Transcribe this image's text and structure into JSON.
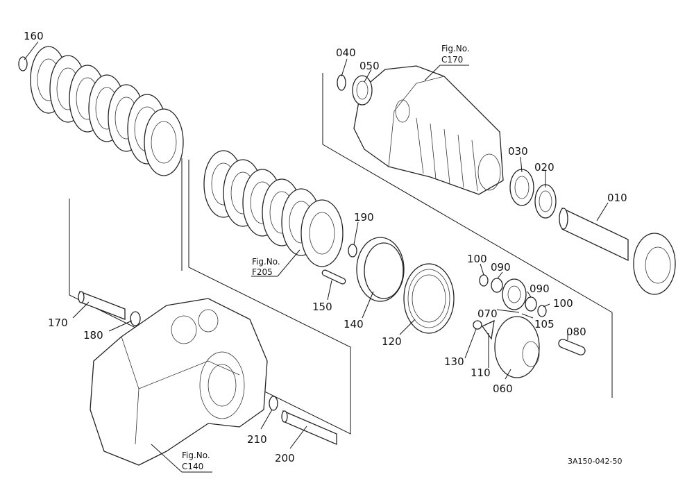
{
  "callouts": [
    {
      "id": "160",
      "text": "160"
    },
    {
      "id": "040",
      "text": "040"
    },
    {
      "id": "050",
      "text": "050"
    },
    {
      "id": "030",
      "text": "030"
    },
    {
      "id": "020",
      "text": "020"
    },
    {
      "id": "010",
      "text": "010"
    },
    {
      "id": "190",
      "text": "190"
    },
    {
      "id": "150",
      "text": "150"
    },
    {
      "id": "140",
      "text": "140"
    },
    {
      "id": "120",
      "text": "120"
    },
    {
      "id": "100a",
      "text": "100"
    },
    {
      "id": "090a",
      "text": "090"
    },
    {
      "id": "090b",
      "text": "090"
    },
    {
      "id": "100b",
      "text": "100"
    },
    {
      "id": "070",
      "text": "070"
    },
    {
      "id": "105",
      "text": "105"
    },
    {
      "id": "080",
      "text": "080"
    },
    {
      "id": "130",
      "text": "130"
    },
    {
      "id": "110",
      "text": "110"
    },
    {
      "id": "060",
      "text": "060"
    },
    {
      "id": "170",
      "text": "170"
    },
    {
      "id": "180",
      "text": "180"
    },
    {
      "id": "210",
      "text": "210"
    },
    {
      "id": "200",
      "text": "200"
    }
  ],
  "figure_refs": [
    {
      "id": "c170",
      "line1": "Fig.No.",
      "line2": "C170"
    },
    {
      "id": "f205",
      "line1": "Fig.No.",
      "line2": "F205"
    },
    {
      "id": "c140",
      "line1": "Fig.No.",
      "line2": "C140"
    }
  ],
  "drawing_code": "3A150-042-50"
}
